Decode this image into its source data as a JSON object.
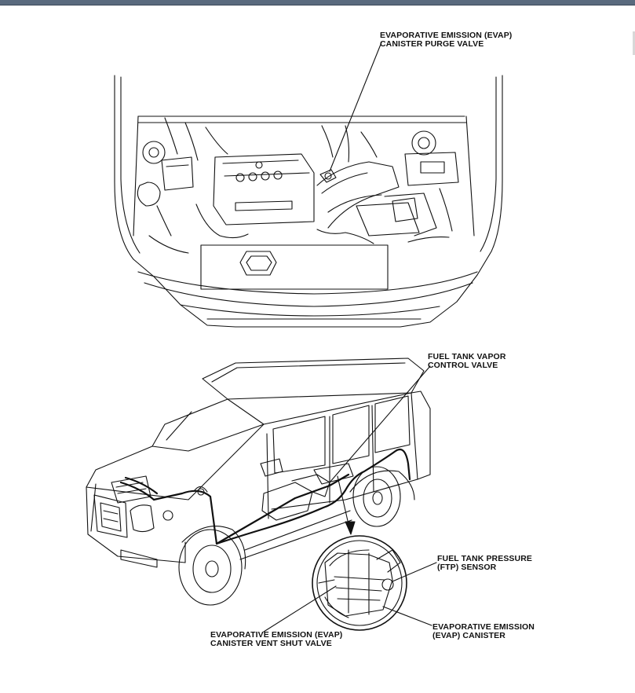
{
  "callouts": {
    "purge_valve": {
      "line1": "EVAPORATIVE EMISSION (EVAP)",
      "line2": "CANISTER PURGE VALVE"
    },
    "vapor_control_valve": {
      "line1": "FUEL TANK VAPOR",
      "line2": "CONTROL VALVE"
    },
    "ftp_sensor": {
      "line1": "FUEL TANK PRESSURE",
      "line2": "(FTP) SENSOR"
    },
    "evap_canister": {
      "line1": "EVAPORATIVE EMISSION",
      "line2": "(EVAP) CANISTER"
    },
    "vent_shut_valve": {
      "line1": "EVAPORATIVE EMISSION (EVAP)",
      "line2": "CANISTER VENT SHUT VALVE"
    }
  },
  "colors": {
    "ink": "#111111",
    "header_bar": "#5a6a7e"
  }
}
